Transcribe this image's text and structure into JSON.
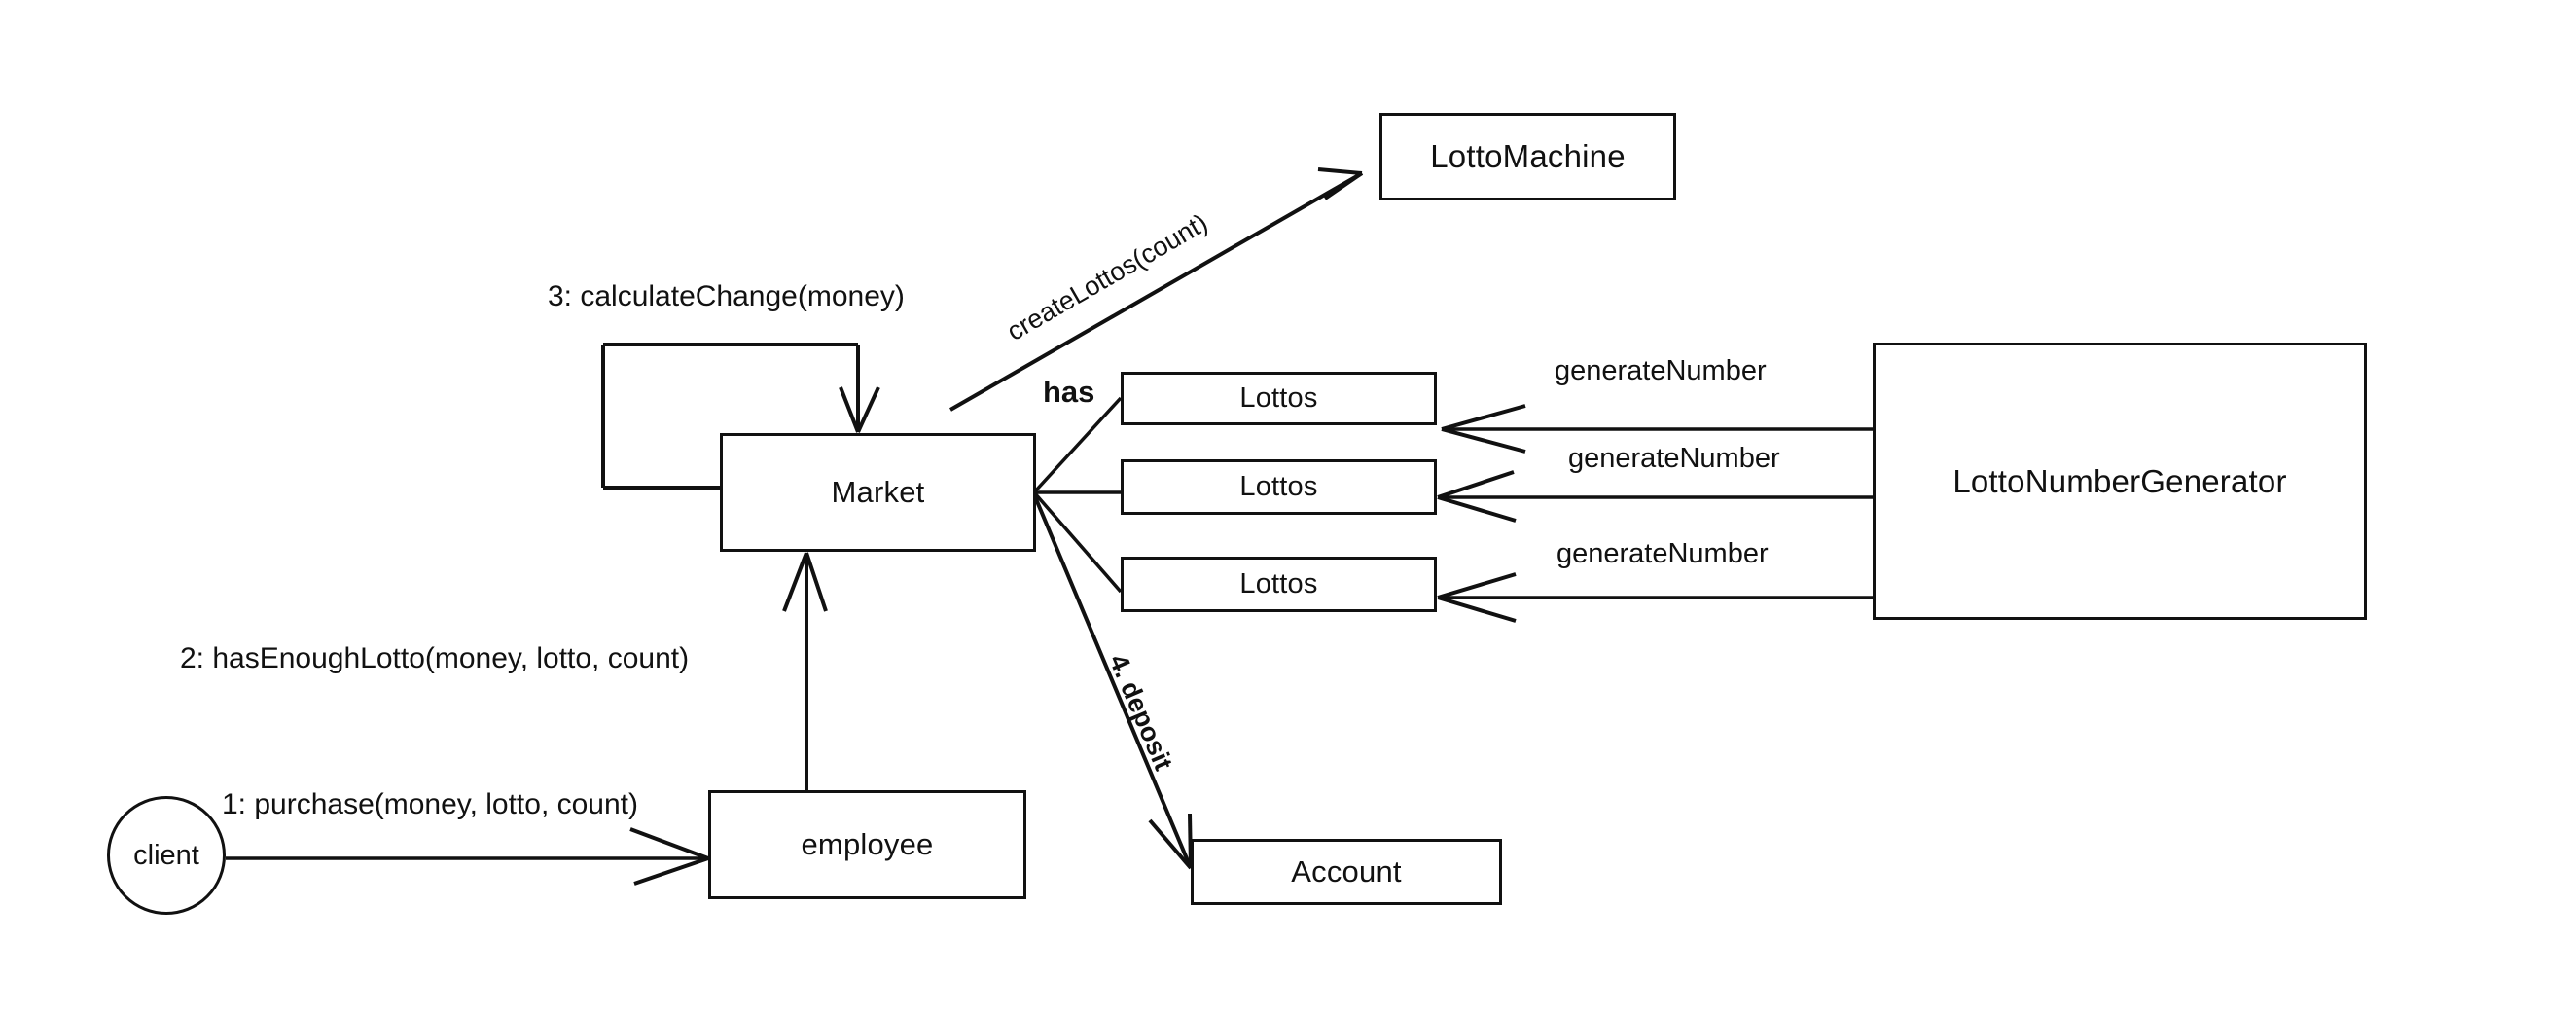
{
  "diagram": {
    "title": "Lotto Market UML Collaboration Diagram",
    "background_color": "#ffffff",
    "stroke_color": "#111111"
  },
  "nodes": {
    "lotto_machine": "LottoMachine",
    "market": "Market",
    "lottos_1": "Lottos",
    "lottos_2": "Lottos",
    "lottos_3": "Lottos",
    "lotto_number_generator": "LottoNumberGenerator",
    "client": "client",
    "employee": "employee",
    "account": "Account"
  },
  "edge_labels": {
    "create_lottos": "createLottos(count)",
    "calculate_change": "3: calculateChange(money)",
    "has": "has",
    "generate_number_1": "generateNumber",
    "generate_number_2": "generateNumber",
    "generate_number_3": "generateNumber",
    "has_enough_lotto": "2: hasEnoughLotto(money, lotto, count)",
    "purchase": "1: purchase(money, lotto, count)",
    "deposit": "4. deposit"
  }
}
